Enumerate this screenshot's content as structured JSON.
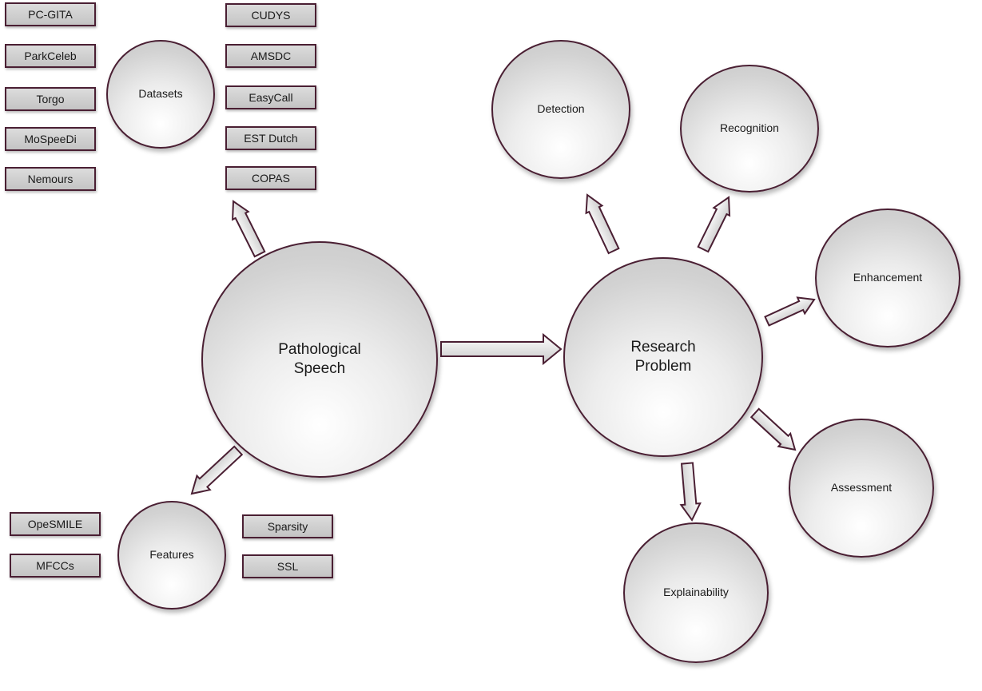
{
  "nodes": {
    "pathological_speech": "Pathological Speech",
    "research_problem": "Research Problem",
    "datasets": "Datasets",
    "features": "Features",
    "detection": "Detection",
    "recognition": "Recognition",
    "enhancement": "Enhancement",
    "assessment": "Assessment",
    "explainability": "Explainability"
  },
  "datasets": [
    "PC-GITA",
    "ParkCeleb",
    "Torgo",
    "MoSpeeDi",
    "Nemours",
    "CUDYS",
    "AMSDC",
    "EasyCall",
    "EST Dutch",
    "COPAS"
  ],
  "features": [
    "OpeSMILE",
    "MFCCs",
    "Sparsity",
    "SSL"
  ],
  "colors": {
    "outline": "#4a1f33",
    "circle_fill": "#d8d8d8",
    "box_fill": "#d0d0d0"
  }
}
